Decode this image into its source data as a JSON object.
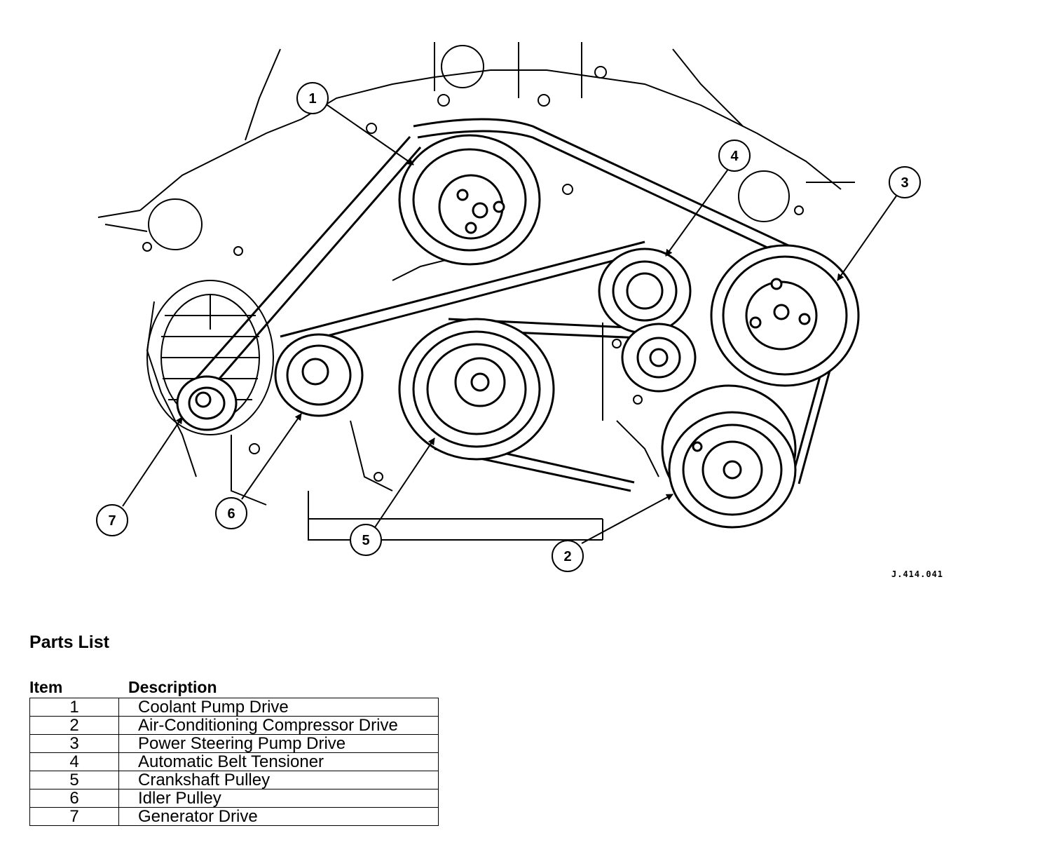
{
  "figure": {
    "code": "J.414.041",
    "callouts": [
      "1",
      "2",
      "3",
      "4",
      "5",
      "6",
      "7"
    ]
  },
  "parts_list": {
    "title": "Parts List",
    "headers": {
      "item": "Item",
      "description": "Description"
    },
    "rows": [
      {
        "item": "1",
        "description": "Coolant Pump Drive"
      },
      {
        "item": "2",
        "description": "Air-Conditioning Compressor Drive"
      },
      {
        "item": "3",
        "description": "Power Steering Pump Drive"
      },
      {
        "item": "4",
        "description": "Automatic Belt Tensioner"
      },
      {
        "item": "5",
        "description": "Crankshaft Pulley"
      },
      {
        "item": "6",
        "description": "Idler Pulley"
      },
      {
        "item": "7",
        "description": "Generator Drive"
      }
    ]
  }
}
